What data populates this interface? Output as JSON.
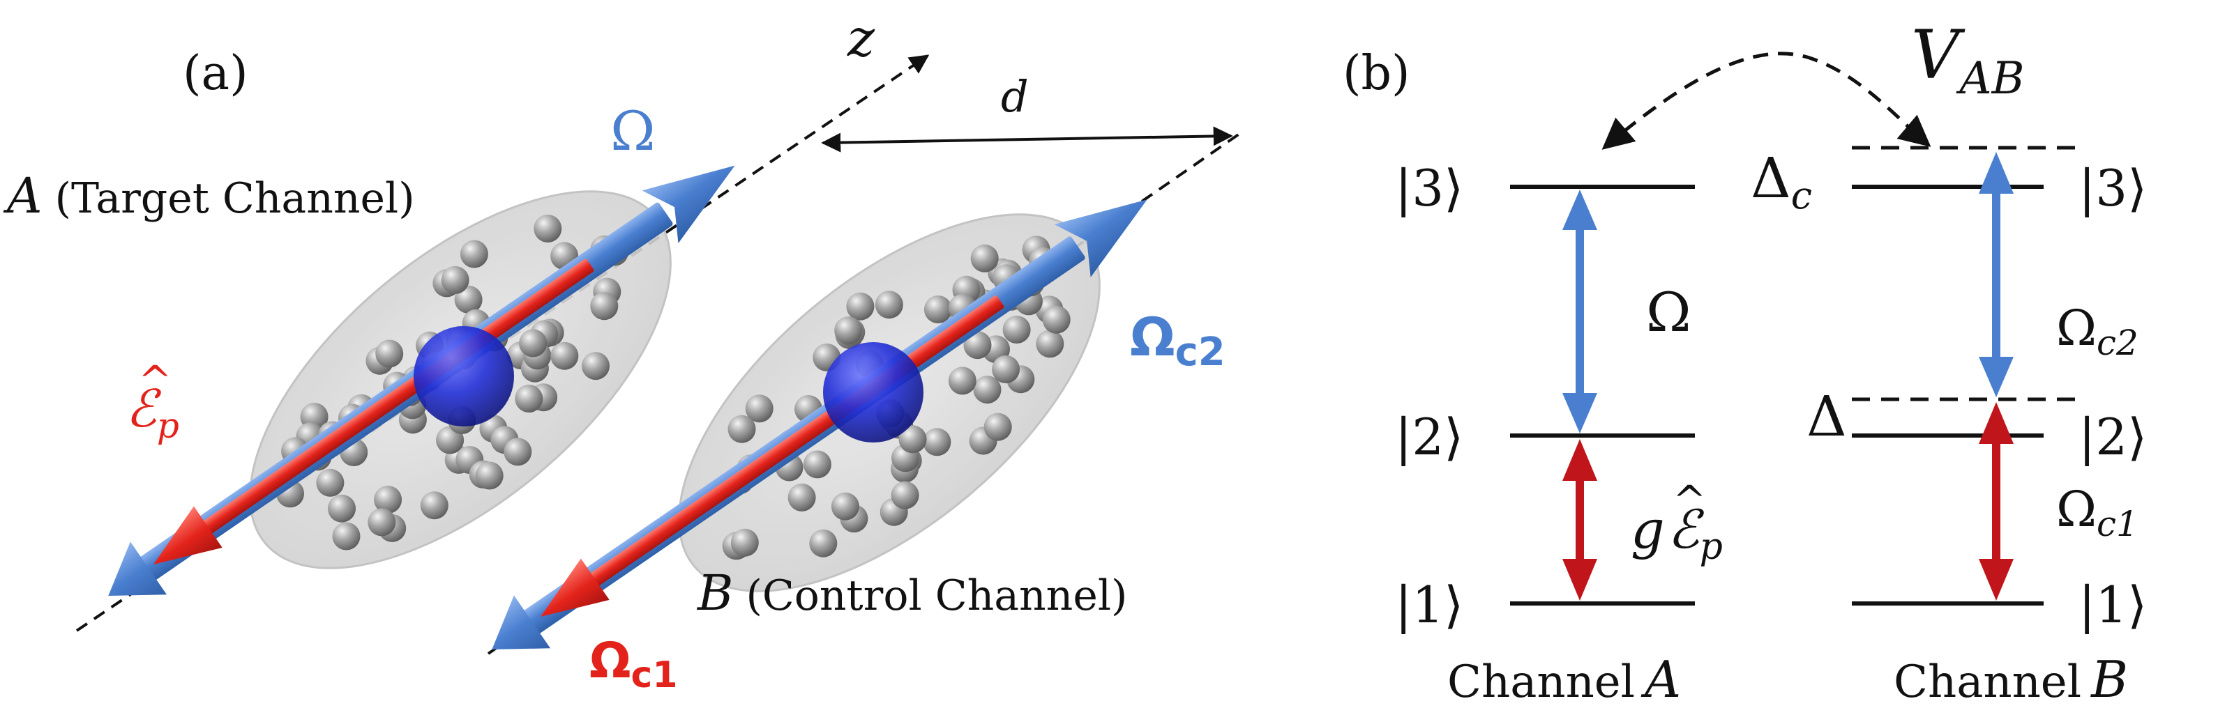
{
  "colors": {
    "blue": "#4a7fd0",
    "blue_dark": "#2f5fa8",
    "red": "#e3231b",
    "dark_red": "#c0151a",
    "atom_gray": "#9a9a9a",
    "cloud": "#d6d6d6",
    "sphere": "#1f2fd8",
    "text": "#111111"
  },
  "panel_a": {
    "tag": "(a)",
    "axis_label": "z",
    "distance_label": "d",
    "target": {
      "channel_letter": "A",
      "channel_text": "(Target Channel)",
      "coupling_label": "Ω",
      "probe_label_main": "ℰ",
      "probe_label_sub": "p",
      "probe_hat": "^"
    },
    "control": {
      "channel_letter": "B",
      "channel_text": "(Control Channel)",
      "coupling_main": "Ω",
      "coupling_sub": "c2",
      "probe_main": "Ω",
      "probe_sub": "c1"
    }
  },
  "panel_b": {
    "tag": "(b)",
    "interaction_main": "V",
    "interaction_sub": "AB",
    "left_levels": [
      "|3⟩",
      "|2⟩",
      "|1⟩"
    ],
    "right_levels": [
      "|3⟩",
      "|2⟩",
      "|1⟩"
    ],
    "omega_label": "Ω",
    "g_label": "g",
    "g_field": "ℰ",
    "g_field_sub": "p",
    "g_hat": "^",
    "delta_c_main": "Δ",
    "delta_c_sub": "c",
    "delta": "Δ",
    "omega_c2_main": "Ω",
    "omega_c2_sub": "c2",
    "omega_c1_main": "Ω",
    "omega_c1_sub": "c1",
    "channel_a_word": "Channel",
    "channel_a_letter": "A",
    "channel_b_word": "Channel",
    "channel_b_letter": "B"
  }
}
